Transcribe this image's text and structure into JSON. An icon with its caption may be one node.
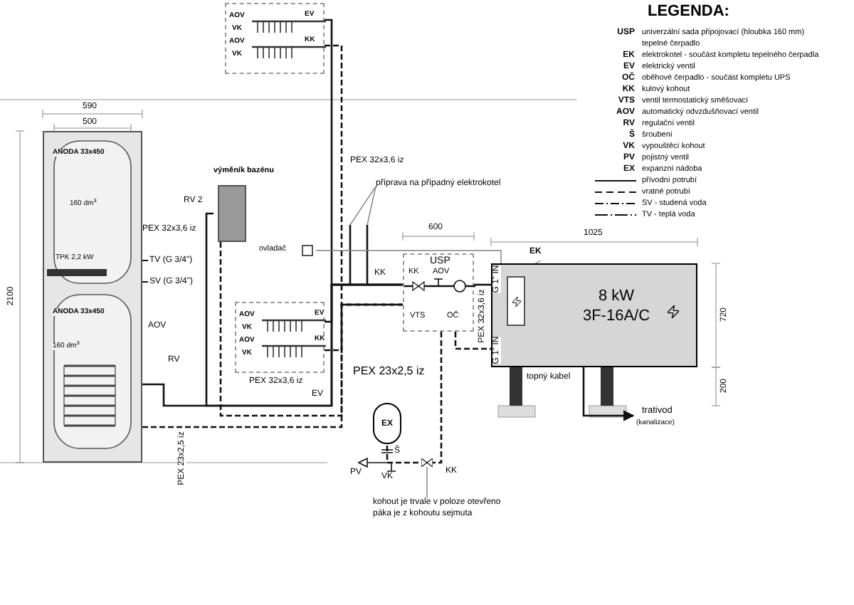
{
  "diagram": {
    "nodes": [
      {
        "text": [
          "ANODA 33x450",
          "160 dm$^{3}$",
          "TPK 2,2 kW",
          "ANODA 33x450",
          "160 dm$^{3}$"
        ]
      },
      {
        "text": [
          "AOV",
          "VK",
          "AOV",
          "VK",
          "EV",
          "KK"
        ]
      },
      {
        "text": [
          "výměník bazénu"
        ]
      },
      {
        "text": [
          "ovladač"
        ]
      },
      {
        "text": [
          "AOV",
          "VK",
          "AOV",
          "VK",
          "EV",
          "KK"
        ]
      },
      {
        "text": [
          "USP",
          "KK",
          "AOV",
          "VTS",
          "OČ"
        ]
      },
      {
        "text": [
          "8 kW 3F-16A/C"
        ]
      },
      {
        "text": [
          "EK"
        ]
      },
      {
        "text": [],
        "shape": "box",
        "in": 6
      },
      {
        "text": [
          "EX"
        ]
      },
      {
        "text": [
          "trativod",
          "(kanalizace)"
        ]
      },
      {
        "text": [
          "kohout je trvale v poloze otevřeno páka je z kohoutu sejmuta"
        ]
      },
      {
        "text": [
          "příprava na případný elektrokotel"
        ]
      },
      {
        "text": [],
        "shape": "valve"
      }
    ],
    "edges": [
      {
        "from": 6,
        "to": 5,
        "arrow": "none"
      },
      {
        "from": 5,
        "to": 1,
        "arrow": "none"
      },
      {
        "from": 5,
        "to": 4,
        "arrow": "none"
      },
      {
        "from": 1,
        "to": 5,
        "arrow": "none",
        "style": "dashed"
      },
      {
        "from": 4,
        "to": 5,
        "arrow": "none",
        "style": "dashed"
      },
      {
        "from": 5,
        "to": 6,
        "arrow": "none",
        "style": "dashed"
      },
      {
        "from": 5,
        "to": 0,
        "arrow": "none"
      },
      {
        "from": 0,
        "to": 5,
        "arrow": "none",
        "style": "dashed"
      },
      {
        "from": 5,
        "to": 2,
        "arrow": "none"
      },
      {
        "from": 2,
        "to": 5,
        "arrow": "none",
        "style": "dashed"
      },
      {
        "from": 5,
        "to": 9,
        "arrow": "none",
        "style": "dashed"
      },
      {
        "from": 6,
        "to": 10,
        "arrow": "to"
      },
      {
        "from": 7,
        "to": 8,
        "arrow": "none",
        "color": "#808080"
      },
      {
        "from": 11,
        "to": 13,
        "arrow": "none",
        "color": "#808080"
      },
      {
        "from": 12,
        "to": null,
        "arrow": "none",
        "color": "#808080"
      },
      {
        "from": 12,
        "to": null,
        "arrow": "none",
        "color": "#808080"
      },
      {
        "from": 3,
        "to": 6,
        "arrow": "none",
        "color": "#808080"
      }
    ],
    "labels": [
      "LEGENDA:",
      "USP",
      "univerzální sada připojovací (hloubka 160 mm)",
      "tepelné čerpadlo",
      "EK",
      "elektrokotel - součást kompletu tepelného čerpadla",
      "EV",
      "elektrický ventil",
      "OČ",
      "oběhové čerpadlo - součást kompletu UPS",
      "KK",
      "kulový kohout",
      "VTS",
      "ventil termostatický směšovací",
      "AOV",
      "automatický odvzdušňovací ventil",
      "RV",
      "regulační ventil",
      "Š",
      "šroubení",
      "VK",
      "vypouštěcí kohout",
      "PV",
      "pojistný ventil",
      "EX",
      "expanzní nádoba",
      "590",
      "500",
      "2100",
      "TV (G 3/4\")",
      "SV (G 3/4\")",
      "AOV",
      "RV",
      "RV 2",
      "PEX 32x3,6 iz",
      "PEX 32x3,6 iz",
      "KK",
      "PEX 32x3,6 iz",
      "EV",
      "PEX 23x2,5 iz",
      "600",
      "1025",
      "720",
      "200",
      "G 1\" IN",
      "G 1\" IN",
      "PEX 32x3,6 iz",
      "PEX 23x2,5 iz",
      "topný kabel",
      "Š",
      "PV",
      "VK",
      "KK"
    ],
    "legend": [
      {
        "text": "přívodní potrubí"
      },
      {
        "text": "vratné potrubí"
      },
      {
        "text": "SV - studená voda"
      },
      {
        "text": "TV - teplá voda"
      }
    ]
  }
}
